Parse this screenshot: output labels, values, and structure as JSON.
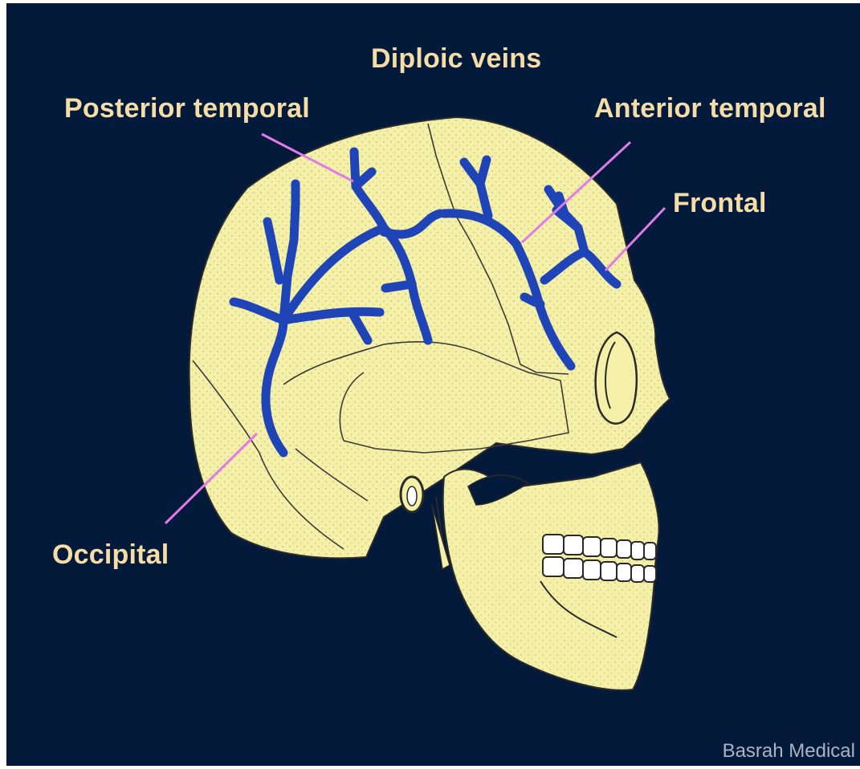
{
  "diagram": {
    "title": "Diploic veins",
    "labels": {
      "posterior_temporal": "Posterior temporal",
      "anterior_temporal": "Anterior temporal",
      "frontal": "Frontal",
      "occipital": "Occipital"
    },
    "watermark": "Basrah Medical"
  },
  "colors": {
    "background": "#031a3a",
    "skull": "#f5f0a8",
    "veins": "#1f44b8",
    "leader_lines": "#e07be8",
    "label_text": "#f6dca6"
  }
}
